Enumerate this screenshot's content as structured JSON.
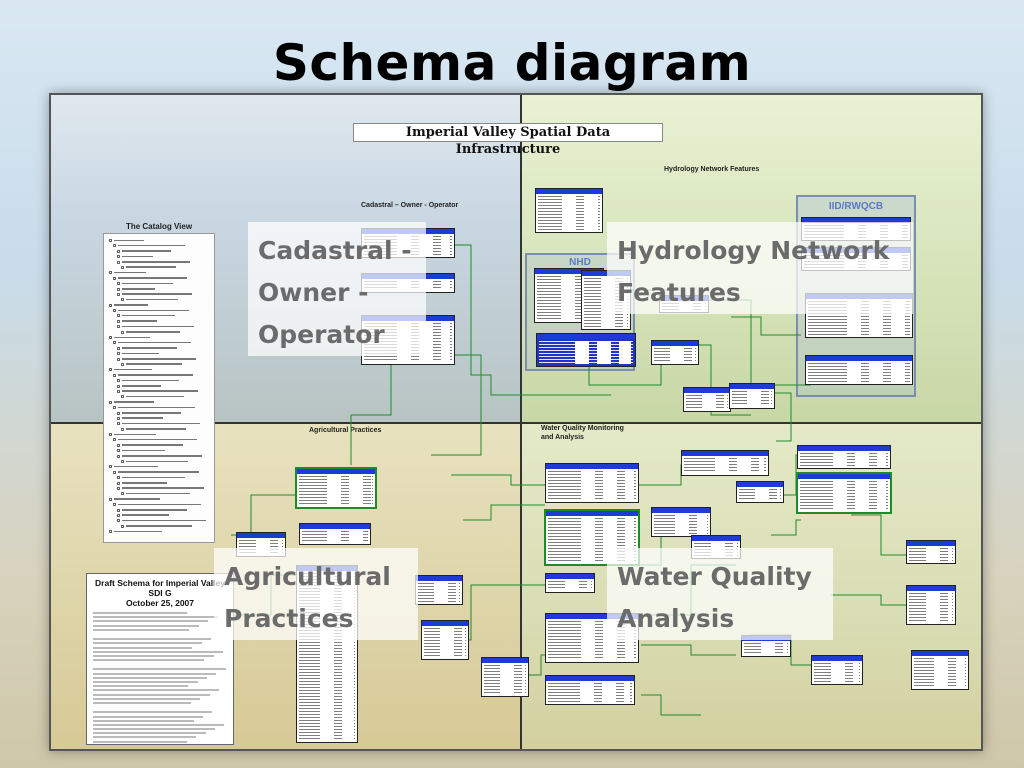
{
  "slide": {
    "title": "Schema diagram"
  },
  "diagram": {
    "title": "Imperial Valley Spatial Data Infrastructure",
    "section_labels": {
      "cadastral": "Cadastral – Owner - Operator",
      "hydrology": "Hydrology Network Features",
      "agricultural": "Agricultural Practices",
      "water_quality_line1": "Water Quality Monitoring",
      "water_quality_line2": "and Analysis"
    },
    "zones": {
      "nhd": "NHD",
      "iid": "IID/RWQCB"
    },
    "catalog": {
      "title": "The Catalog View"
    },
    "draft": {
      "title": "Draft Schema for Imperial Valley SDI G",
      "date": "October 25, 2007"
    }
  },
  "captions": {
    "cadastral_1": "Cadastral -",
    "cadastral_2": "Owner -",
    "cadastral_3": "Operator",
    "hydrology_1": "Hydrology Network",
    "hydrology_2": "Features",
    "agricultural_1": "Agricultural",
    "agricultural_2": "Practices",
    "water_1": "Water Quality",
    "water_2": "Analysis"
  },
  "colors": {
    "table_header": "#1f3bd6",
    "relationship_line": "#1f8a2a",
    "caption_text": "#6b6b6b"
  }
}
